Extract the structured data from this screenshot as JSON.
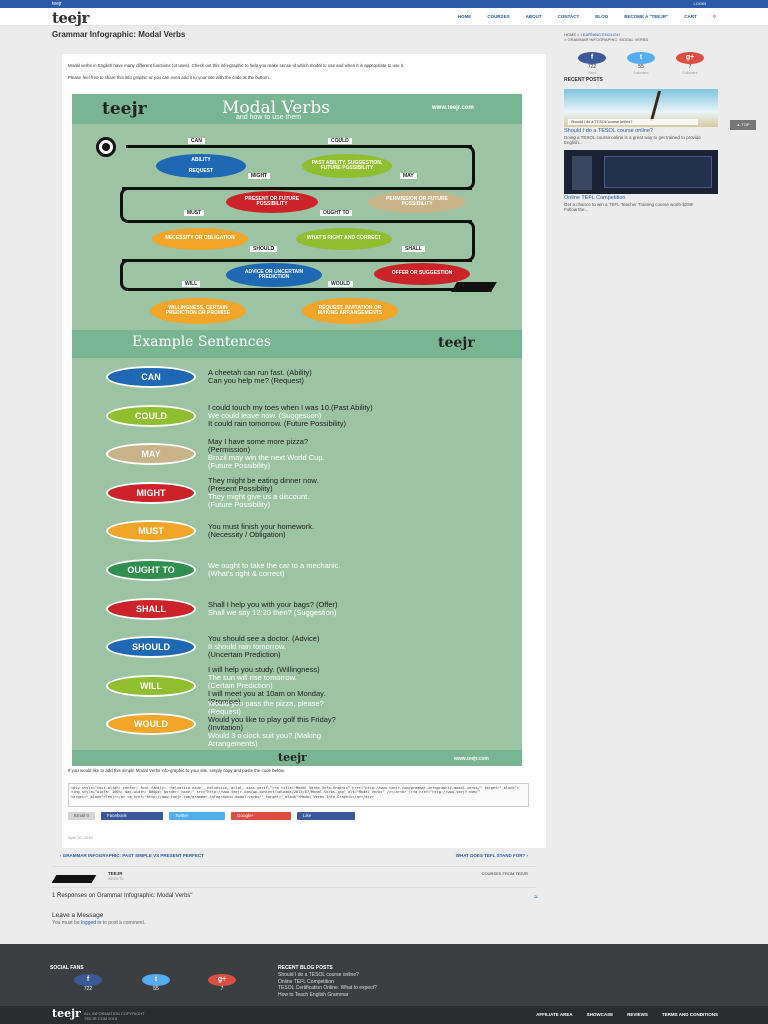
{
  "site": {
    "top_label": "teejr",
    "login": "LOGIN",
    "logo": "teejr",
    "nav": [
      "HOME",
      "COURSES",
      "ABOUT",
      "CONTACT",
      "BLOG",
      "BECOME A \"TEEJR\"",
      "CART"
    ]
  },
  "page": {
    "title": "Grammar Infographic: Modal Verbs",
    "intro1": "Modal verbs in English have many different functions (or uses). Check out this info-graphic to help you make sense of which modal to use and when it is appropriate to use it.",
    "intro2": "Please feel free to share this info graphic or you can even add it to your site with the code at the bottom."
  },
  "infographic": {
    "logo": "teejr",
    "title": "Modal Verbs",
    "subtitle": "and how to use them",
    "url": "www.teejr.com",
    "modals": {
      "can": "CAN",
      "could": "COULD",
      "might": "MIGHT",
      "may": "MAY",
      "must": "MUST",
      "ought_to": "OUGHT TO",
      "should": "SHOULD",
      "shall": "SHALL",
      "will": "WILL",
      "would": "WOULD"
    },
    "uses": {
      "ability": "ABILITY\n\nREQUEST",
      "past_ability": "PAST ABILITY, SUGGESTION, FUTURE POSSIBILITY",
      "present_future": "PRESENT OR FUTURE POSSIBILITY",
      "permission": "PERMISSION OR FUTURE POSSIBILITY",
      "necessity": "NECESSITY OR OBLIGATION",
      "right": "WHAT'S RIGHT AND CORRECT",
      "advice": "ADVICE OR UNCERTAIN PREDICTION",
      "offer": "OFFER OR SUGGESTION",
      "willingness": "WILLINGNESS, CERTAIN PREDICTION OR PROMISE",
      "request": "REQUEST, INVITATION OR MAKING ARRANGEMENTS"
    },
    "examples_title": "Example Sentences",
    "examples": [
      {
        "modal": "CAN",
        "color": "#1f68b3",
        "lines": [
          [
            "A cheetah can run fast.     (Ability)",
            "dark"
          ],
          [
            "Can you help me?          (Request)",
            "dark"
          ]
        ]
      },
      {
        "modal": "COULD",
        "color": "#8fbf2e",
        "lines": [
          [
            "I could touch my toes when I was 10.(Past Ability)",
            "dark"
          ],
          [
            "We could leave now.       (Suggestion)",
            "light"
          ],
          [
            "It could rain tomorrow.     (Future Possibility)",
            "dark"
          ]
        ]
      },
      {
        "modal": "MAY",
        "color": "#c9b48a",
        "lines": [
          [
            "May I have some more pizza?",
            "dark"
          ],
          [
            "(Permission)",
            "dark"
          ],
          [
            "Brazil may win the next World Cup.",
            "light"
          ],
          [
            "(Future Possibility)",
            "light"
          ]
        ]
      },
      {
        "modal": "MIGHT",
        "color": "#cc2229",
        "lines": [
          [
            "They might be eating dinner now.",
            "dark"
          ],
          [
            "(Present Possiblity)",
            "dark"
          ],
          [
            "They might give us a discount.",
            "light"
          ],
          [
            "(Future Possibility)",
            "light"
          ]
        ]
      },
      {
        "modal": "MUST",
        "color": "#f1a529",
        "lines": [
          [
            "You must finish your homework.",
            "dark"
          ],
          [
            "(Necessity / Obligation)",
            "dark"
          ]
        ]
      },
      {
        "modal": "OUGHT TO",
        "color": "#2f8f4f",
        "lines": [
          [
            "We ought to take the car to a mechanic.",
            "light"
          ],
          [
            "(What's right & correct)",
            "light"
          ]
        ]
      },
      {
        "modal": "SHALL",
        "color": "#cc2229",
        "lines": [
          [
            "Shall I help you with your bags?     (Offer)",
            "dark"
          ],
          [
            "Shall we say 12:20 then?     (Suggestion)",
            "light"
          ]
        ]
      },
      {
        "modal": "SHOULD",
        "color": "#1f68b3",
        "lines": [
          [
            "You should see a doctor.     (Advice)",
            "dark"
          ],
          [
            "It should rain tomorrow.",
            "light"
          ],
          [
            "(Uncertain Prediction)",
            "dark"
          ]
        ]
      },
      {
        "modal": "WILL",
        "color": "#8fbf2e",
        "lines": [
          [
            "I will help you study.     (Willingness)",
            "dark"
          ],
          [
            "The sun will rise tomorrow.",
            "light"
          ],
          [
            "(Certain Prediction)",
            "light"
          ],
          [
            "I will meet you at 10am on Monday.",
            "dark"
          ],
          [
            "(Promise)",
            "dark"
          ]
        ]
      },
      {
        "modal": "WOULD",
        "color": "#f1a529",
        "lines": [
          [
            "Would you pass the pizza, please?",
            "light"
          ],
          [
            "(Request)",
            "light"
          ],
          [
            "Would you like to play golf this Friday?",
            "dark"
          ],
          [
            "(Invitation)",
            "dark"
          ],
          [
            "Would 3 o'clock suit you?     (Making",
            "light"
          ],
          [
            "Arrangements)",
            "light"
          ]
        ]
      }
    ],
    "footer_logo": "teejr",
    "footer_url": "www.teejr.com"
  },
  "embed": {
    "note": "If you would like to add this simple Modal Verbs info-graphic to your site, simply copy and paste the code below.",
    "code": "<div style=\"text-align: center; font-family: 'helvetica neue', helvetica, arial, sans-serif;\"><a title=\"Modal Verbs Info-Graphic\" href=\"http://www.teejr.com/grammar-infographic-modal-verbs/\" target=\"_blank\"><img style=\"width: 100%; max-width: 800px; border: none;\" src=\"http://www.teejr.com/wp-content/uploads/2015/07/Modal-Verbs.jpg\" alt=\"Modal Verbs\" /></a><br /><a href=\"http://www.teejr.com/\" target=\"_blank\">Teejr</a> <a href=\"http://www.teejr.com/grammar-infographic-modal-verbs/\" target=\"_blank\">Modal Verbs Info-Graphic</a></div>"
  },
  "share": {
    "buttons": [
      {
        "label": "Email 0",
        "color": "#d6d6d6"
      },
      {
        "label": "Facebook",
        "color": "#3b5998"
      },
      {
        "label": "Twitter",
        "color": "#55acee"
      },
      {
        "label": "Google+",
        "color": "#dc4e41"
      },
      {
        "label": "Like",
        "color": "#3b5998"
      }
    ],
    "date": "April 10, 2015"
  },
  "postnav": {
    "prev": "GRAMMAR INFOGRAPHIC: PAST SIMPLE VS PRESENT PERFECT",
    "next": "WHAT DOES TEFL STAND FOR?"
  },
  "author": {
    "name": "TEEJR",
    "sub": "WEBSITE",
    "courses": "COURSES FROM TEEJR"
  },
  "comments": {
    "responses": "1 Responses on Grammar Infographic: Modal Verbs\"",
    "leave": "Leave a Message",
    "must_be": "You must be",
    "logged_in": "logged in",
    "to_post": "to post a comment."
  },
  "sidebar": {
    "crumb_home": "HOME",
    "crumb_section": "LEARNING ENGLISH",
    "crumb_current": "GRAMMAR INFOGRAPHIC: MODAL VERBS",
    "social": [
      {
        "icon": "f",
        "count": "722",
        "label": "Fans",
        "color": "#3b5998"
      },
      {
        "icon": "t",
        "count": "55",
        "label": "Followers",
        "color": "#55acee"
      },
      {
        "icon": "g+",
        "count": "7",
        "label": "Followers",
        "color": "#dc4e41"
      }
    ],
    "recent_title": "RECENT POSTS",
    "post1_overlay": "Should I do a TESOL course online?",
    "post1_title": "Should I do a TESOL course online?",
    "post1_excerpt": "Doing a TESOL course online is a great way to get trained to provide English...",
    "post2_title": "Online TEFL Competition",
    "post2_excerpt": "Get a chance to win a TEFL Teacher Training course worth $299! Follow the..."
  },
  "footer": {
    "social_title": "SOCIAL FANS",
    "social": [
      {
        "icon": "f",
        "count": "722",
        "color": "#3b5998"
      },
      {
        "icon": "t",
        "count": "55",
        "color": "#55acee"
      },
      {
        "icon": "g+",
        "count": "7",
        "color": "#dc4e41"
      }
    ],
    "recent_title": "RECENT BLOG POSTS",
    "recent": [
      "Should I do a TESOL course online?",
      "Online TEFL Competition",
      "TESOL Certification Online: What to expect?",
      "How to Teach English Grammar"
    ],
    "logo": "teejr",
    "copy1": "ALL INFORMATION COPYRIGHT",
    "copy2": "TEEJR.COM 2015",
    "links": [
      "AFFILIATE AREA",
      "SHOWCASE",
      "REVIEWS",
      "TERMS AND CONDITIONS"
    ],
    "totop": "TOP"
  }
}
